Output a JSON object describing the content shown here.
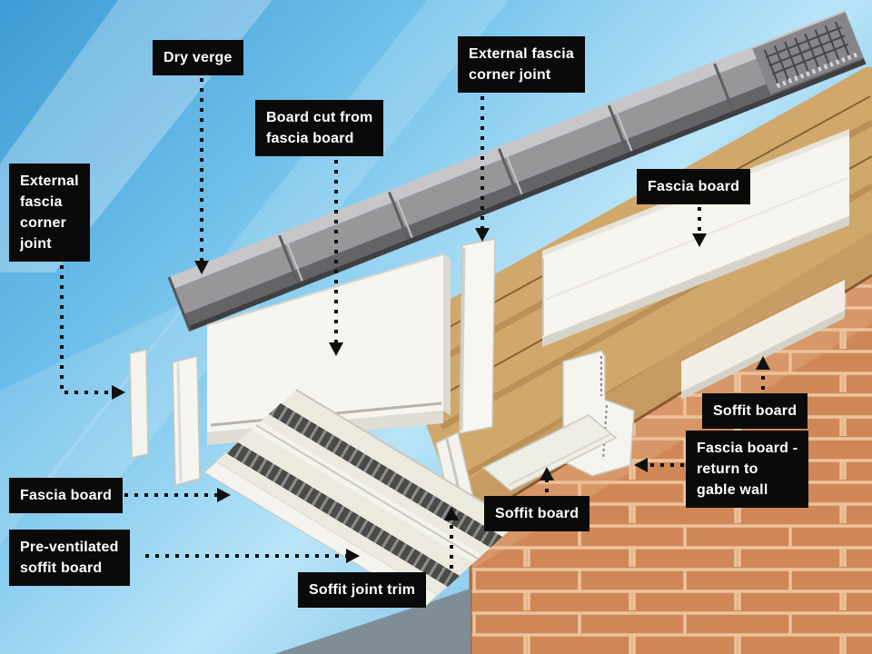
{
  "figure": {
    "type": "exploded-roofline-installation-diagram",
    "callouts": {
      "dry_verge": "Dry verge",
      "external_fascia_corner_joint_top": "External fascia\ncorner joint",
      "board_cut_from_fascia_board": "Board cut from\nfascia board",
      "external_fascia_corner_joint_left": "External\nfascia\ncorner\njoint",
      "fascia_board_right": "Fascia board",
      "soffit_board_right": "Soffit board",
      "fascia_board_return_to_gable_wall": "Fascia board -\nreturn to\ngable wall",
      "fascia_board_left": "Fascia board",
      "soffit_board_center": "Soffit board",
      "pre_ventilated_soffit_board": "Pre-ventilated\nsoffit board",
      "soffit_joint_trim": "Soffit joint trim"
    },
    "colors": {
      "label_bg": "#0a0a0a",
      "label_text": "#ffffff",
      "sky_blue": "#6fc0ea",
      "brick_orange": "#d08757",
      "mortar": "#ecc49c",
      "verge_grey": "#97979a",
      "board_white": "#f6f5ef",
      "soffit_cream": "#eceadf",
      "wood_tan": "#d1a86b",
      "arrow_black": "#101010"
    }
  }
}
